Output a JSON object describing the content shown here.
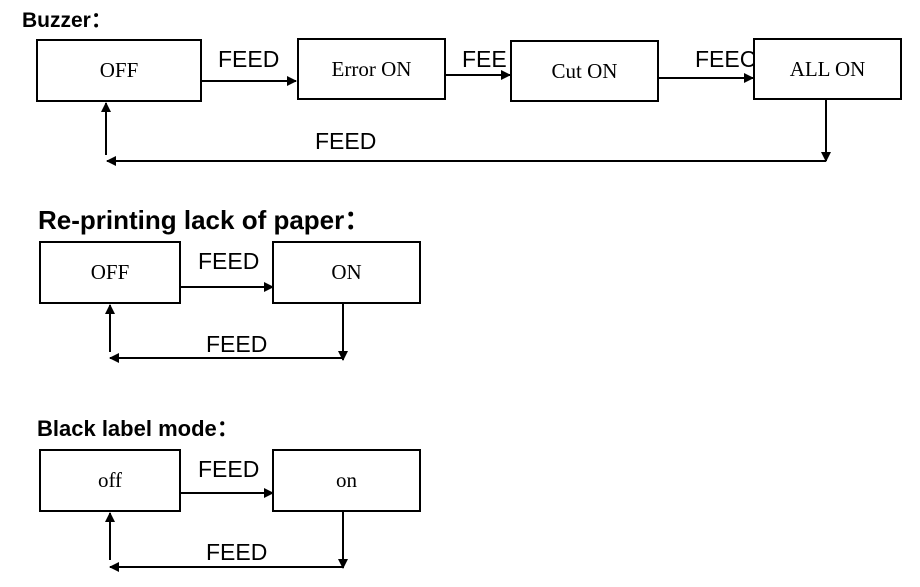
{
  "sections": [
    {
      "title": "Buzzer：",
      "states": [
        "OFF",
        "Error ON",
        "Cut ON",
        "ALL ON"
      ],
      "forward_labels": [
        "FEED",
        "FEE",
        "FEEC"
      ],
      "return_label": "FEED"
    },
    {
      "title": "Re-printing lack of paper：",
      "states": [
        "OFF",
        "ON"
      ],
      "forward_labels": [
        "FEED"
      ],
      "return_label": "FEED"
    },
    {
      "title": "Black label mode：",
      "states": [
        "off",
        "on"
      ],
      "forward_labels": [
        "FEED"
      ],
      "return_label": "FEED"
    }
  ],
  "colors": {
    "line": "#000000",
    "background": "#ffffff"
  }
}
